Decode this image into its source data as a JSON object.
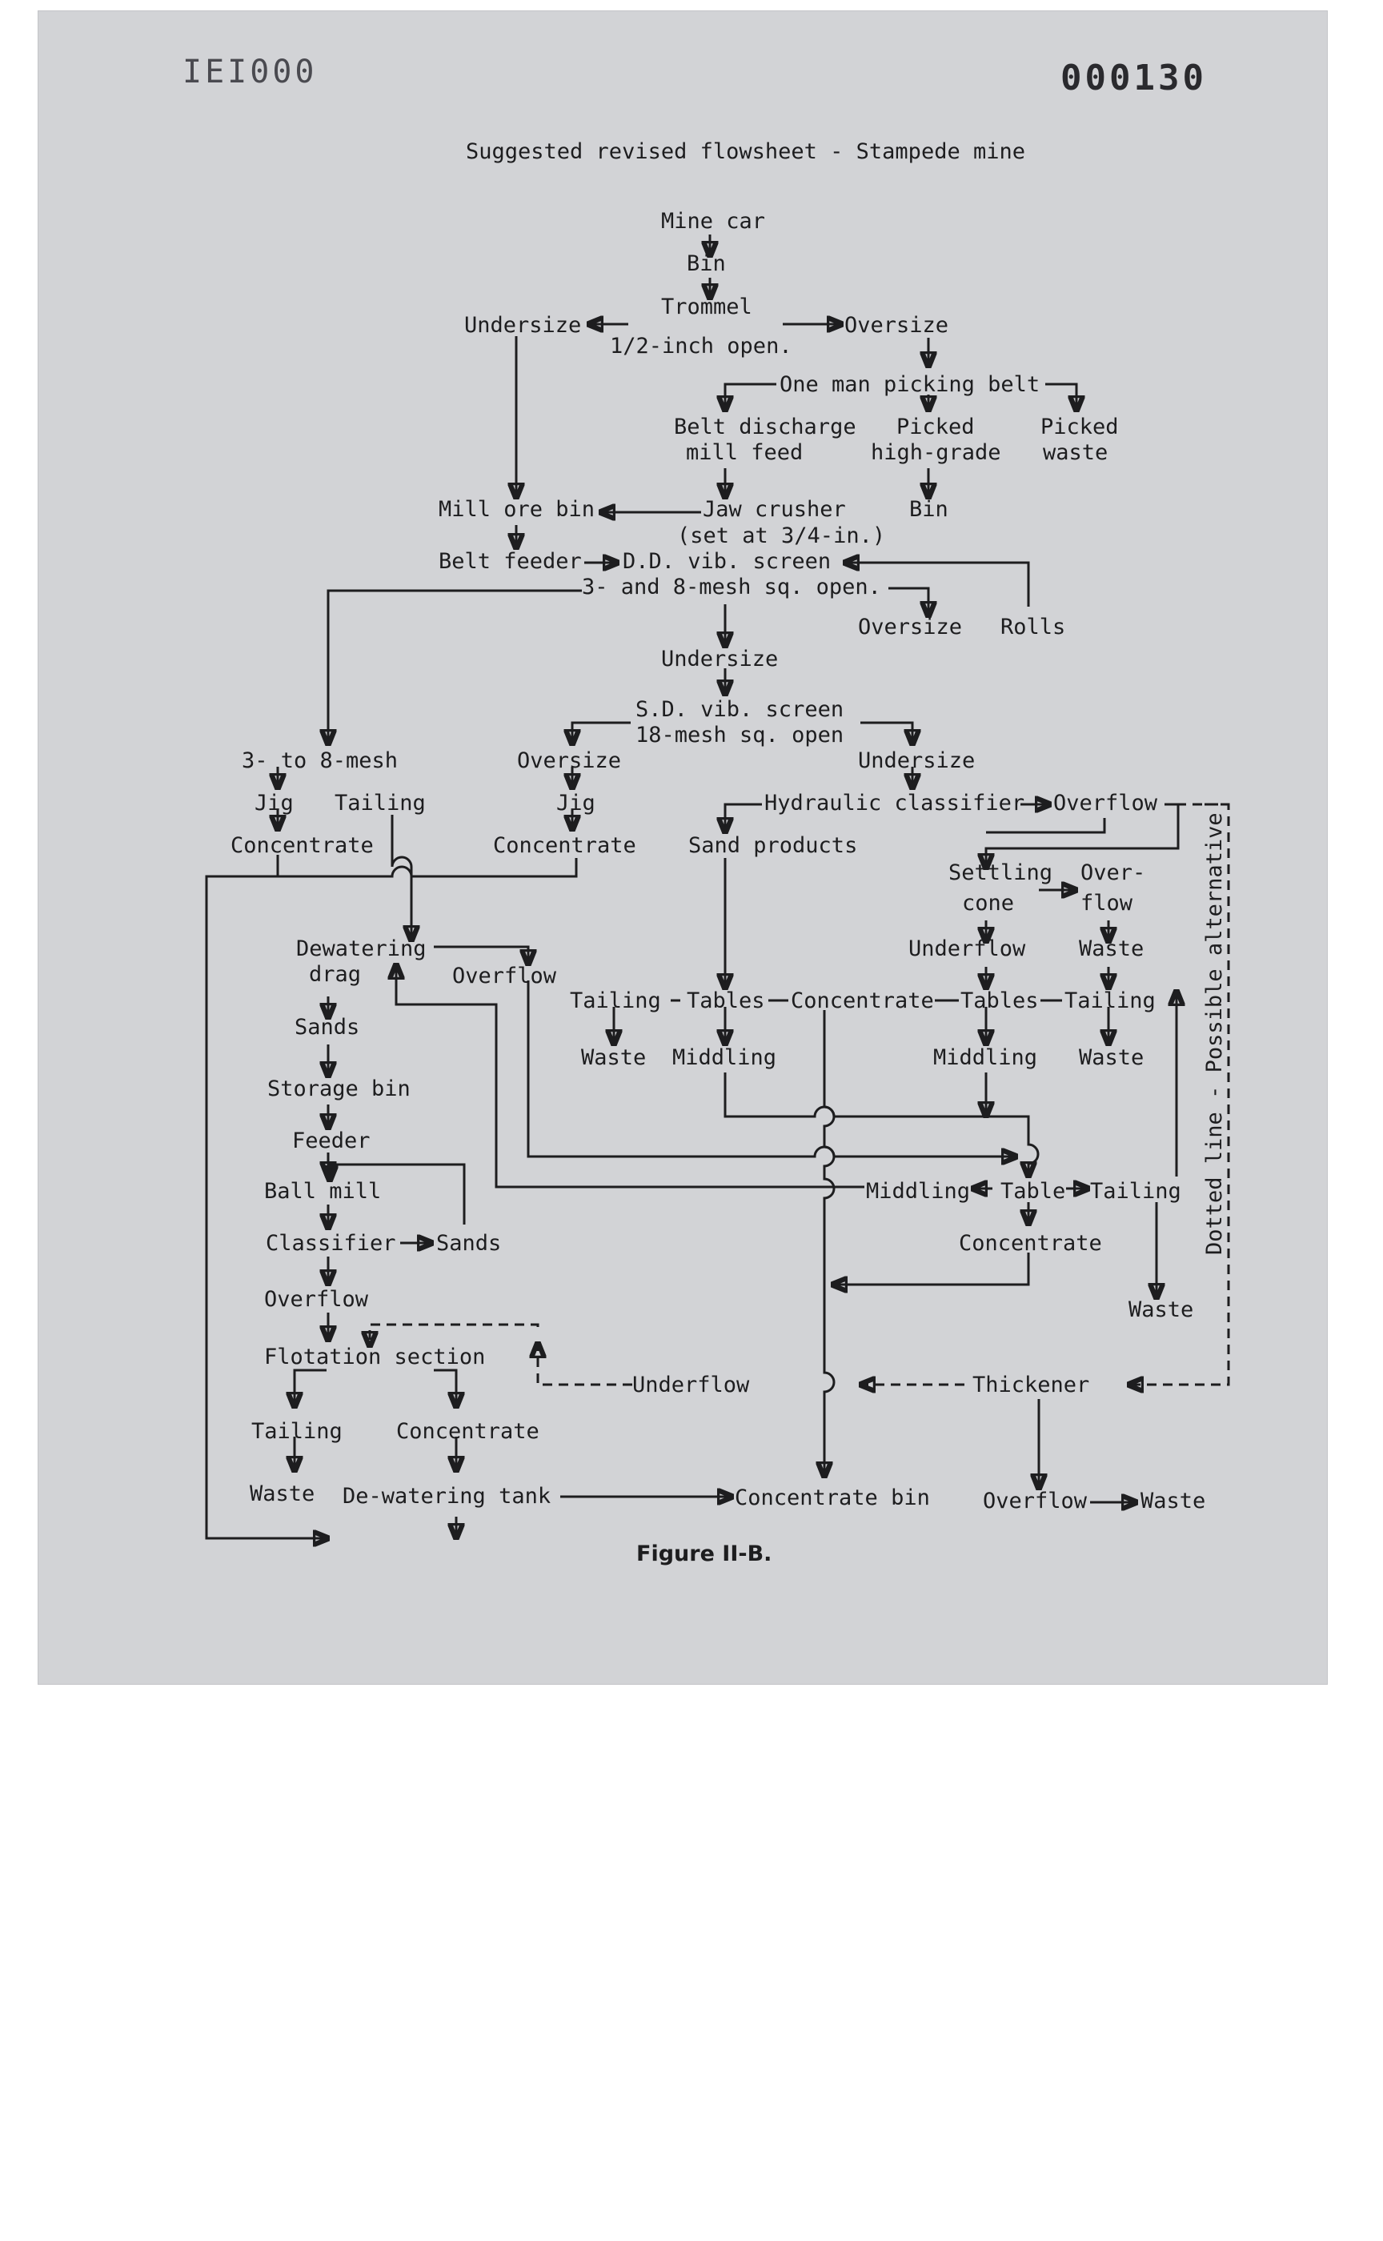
{
  "stamps": {
    "left": "IEI000",
    "right": "000130"
  },
  "title": "Suggested revised flowsheet - Stampede mine",
  "caption": "Figure II-B.",
  "nodes": {
    "mine_car": "Mine car",
    "bin": "Bin",
    "trommel": "Trommel",
    "trommel_open": "1/2-inch open.",
    "undersize_1": "Undersize",
    "oversize_1": "Oversize",
    "picking_belt": "One man picking belt",
    "belt_discharge_1": "Belt discharge",
    "belt_discharge_2": "mill feed",
    "picked_hg_1": "Picked",
    "picked_hg_2": "high-grade",
    "picked_waste_1": "Picked",
    "picked_waste_2": "waste",
    "mill_ore_bin": "Mill ore bin",
    "jaw_crusher": "Jaw crusher",
    "jaw_setting": "(set at 3/4-in.)",
    "bin_2": "Bin",
    "belt_feeder": "Belt feeder",
    "dd_screen": "D.D. vib. screen",
    "dd_open": "3- and 8-mesh sq. open.",
    "oversize_2": "Oversize",
    "rolls": "Rolls",
    "undersize_2": "Undersize",
    "sd_screen": "S.D. vib. screen",
    "sd_open": "18-mesh sq. open",
    "three_to_eight": "3- to 8-mesh",
    "oversize_3": "Oversize",
    "undersize_3": "Undersize",
    "jig_1": "Jig",
    "tailing_jig": "Tailing",
    "jig_2": "Jig",
    "hydraulic_classifier": "Hydraulic classifier",
    "overflow_hc": "Overflow",
    "concentrate_jig1": "Concentrate",
    "concentrate_jig2": "Concentrate",
    "sand_products": "Sand products",
    "settling_cone_1": "Settling",
    "settling_cone_2": "cone",
    "overflow_sc_1": "Over-",
    "overflow_sc_2": "flow",
    "dewatering_drag_1": "Dewatering",
    "dewatering_drag_2": "drag",
    "underflow_sc": "Underflow",
    "waste_sc": "Waste",
    "overflow_drag": "Overflow",
    "tailing_t1": "Tailing",
    "tables_1": "Tables",
    "concentrate_tables": "Concentrate",
    "tables_2": "Tables",
    "tailing_t2": "Tailing",
    "sands_1": "Sands",
    "waste_t1": "Waste",
    "middling_t1": "Middling",
    "middling_t2": "Middling",
    "waste_t2": "Waste",
    "storage_bin": "Storage bin",
    "feeder": "Feeder",
    "ball_mill": "Ball mill",
    "middling_table": "Middling",
    "table": "Table",
    "tailing_table": "Tailing",
    "classifier": "Classifier",
    "sands_2": "Sands",
    "concentrate_table": "Concentrate",
    "overflow_cl": "Overflow",
    "waste_table": "Waste",
    "flotation_section": "Flotation section",
    "underflow_th": "Underflow",
    "thickener": "Thickener",
    "tailing_fl": "Tailing",
    "concentrate_fl": "Concentrate",
    "waste_fl": "Waste",
    "dewatering_tank": "De-watering tank",
    "concentrate_bin": "Concentrate bin",
    "overflow_th": "Overflow",
    "waste_th": "Waste",
    "dotted_note": "Dotted line - Possible alternative"
  }
}
